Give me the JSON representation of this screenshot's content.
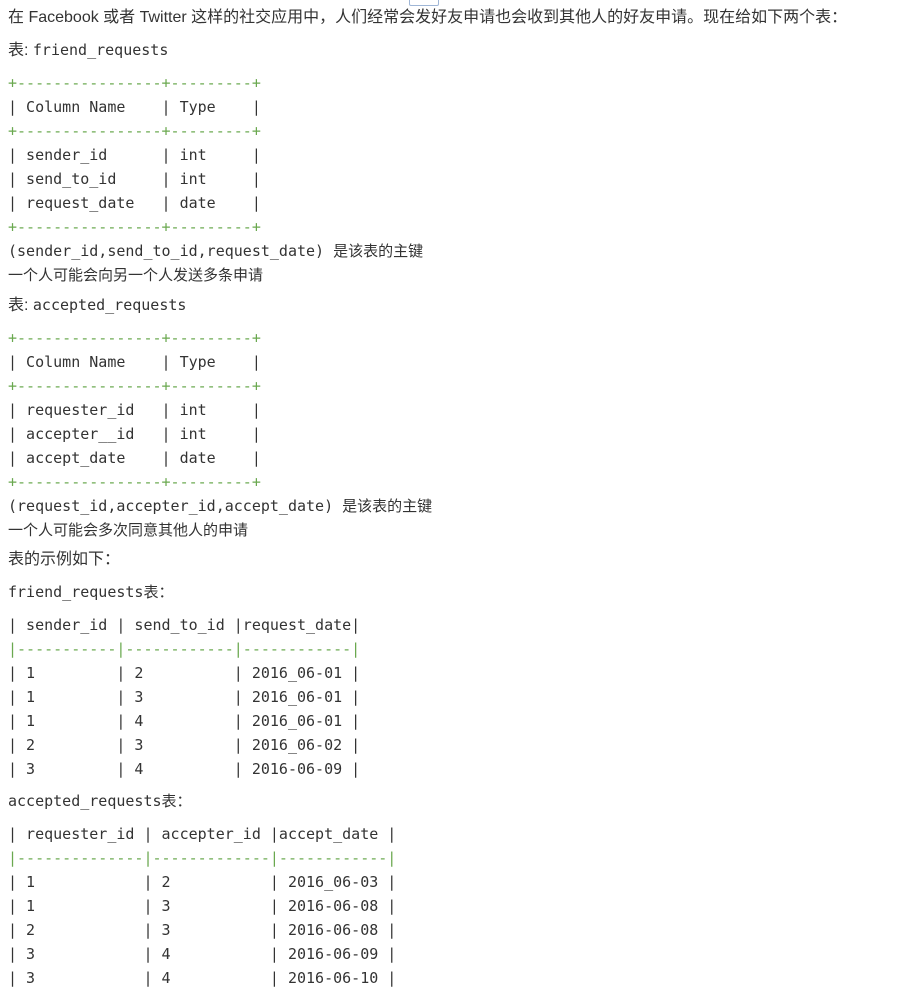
{
  "intro": "在 Facebook 或者 Twitter 这样的社交应用中，人们经常会发好友申请也会收到其他人的好友申请。现在给如下两个表：",
  "table1": {
    "caption_prefix": "表: ",
    "caption_name": "friend_requests",
    "border": "+----------------+---------+",
    "header": "| Column Name    | Type    |",
    "rows": [
      "| sender_id      | int     |",
      "| send_to_id     | int     |",
      "| request_date   | date    |"
    ],
    "note1": "(sender_id,send_to_id,request_date) 是该表的主键",
    "note2": "一个人可能会向另一个人发送多条申请"
  },
  "table2": {
    "caption_prefix": "表: ",
    "caption_name": "accepted_requests",
    "border": "+----------------+---------+",
    "header": "| Column Name    | Type    |",
    "rows": [
      "| requester_id   | int     |",
      "| accepter__id   | int     |",
      "| accept_date    | date    |"
    ],
    "note1": "(request_id,accepter_id,accept_date) 是该表的主键",
    "note2": "一个人可能会多次同意其他人的申请"
  },
  "example_intro": "表的示例如下：",
  "example1": {
    "caption_name": "friend_requests",
    "caption_suffix": "表：",
    "header": "| sender_id | send_to_id |request_date|",
    "separator": "|-----------|------------|------------|",
    "rows": [
      "| 1         | 2          | 2016_06-01 |",
      "| 1         | 3          | 2016_06-01 |",
      "| 1         | 4          | 2016_06-01 |",
      "| 2         | 3          | 2016_06-02 |",
      "| 3         | 4          | 2016-06-09 |"
    ]
  },
  "example2": {
    "caption_name": "accepted_requests",
    "caption_suffix": "表：",
    "header": "| requester_id | accepter_id |accept_date |",
    "separator": "|--------------|-------------|------------|",
    "rows": [
      "| 1            | 2           | 2016_06-03 |",
      "| 1            | 3           | 2016-06-08 |",
      "| 2            | 3           | 2016-06-08 |",
      "| 3            | 4           | 2016-06-09 |",
      "| 3            | 4           | 2016-06-10 |"
    ]
  }
}
